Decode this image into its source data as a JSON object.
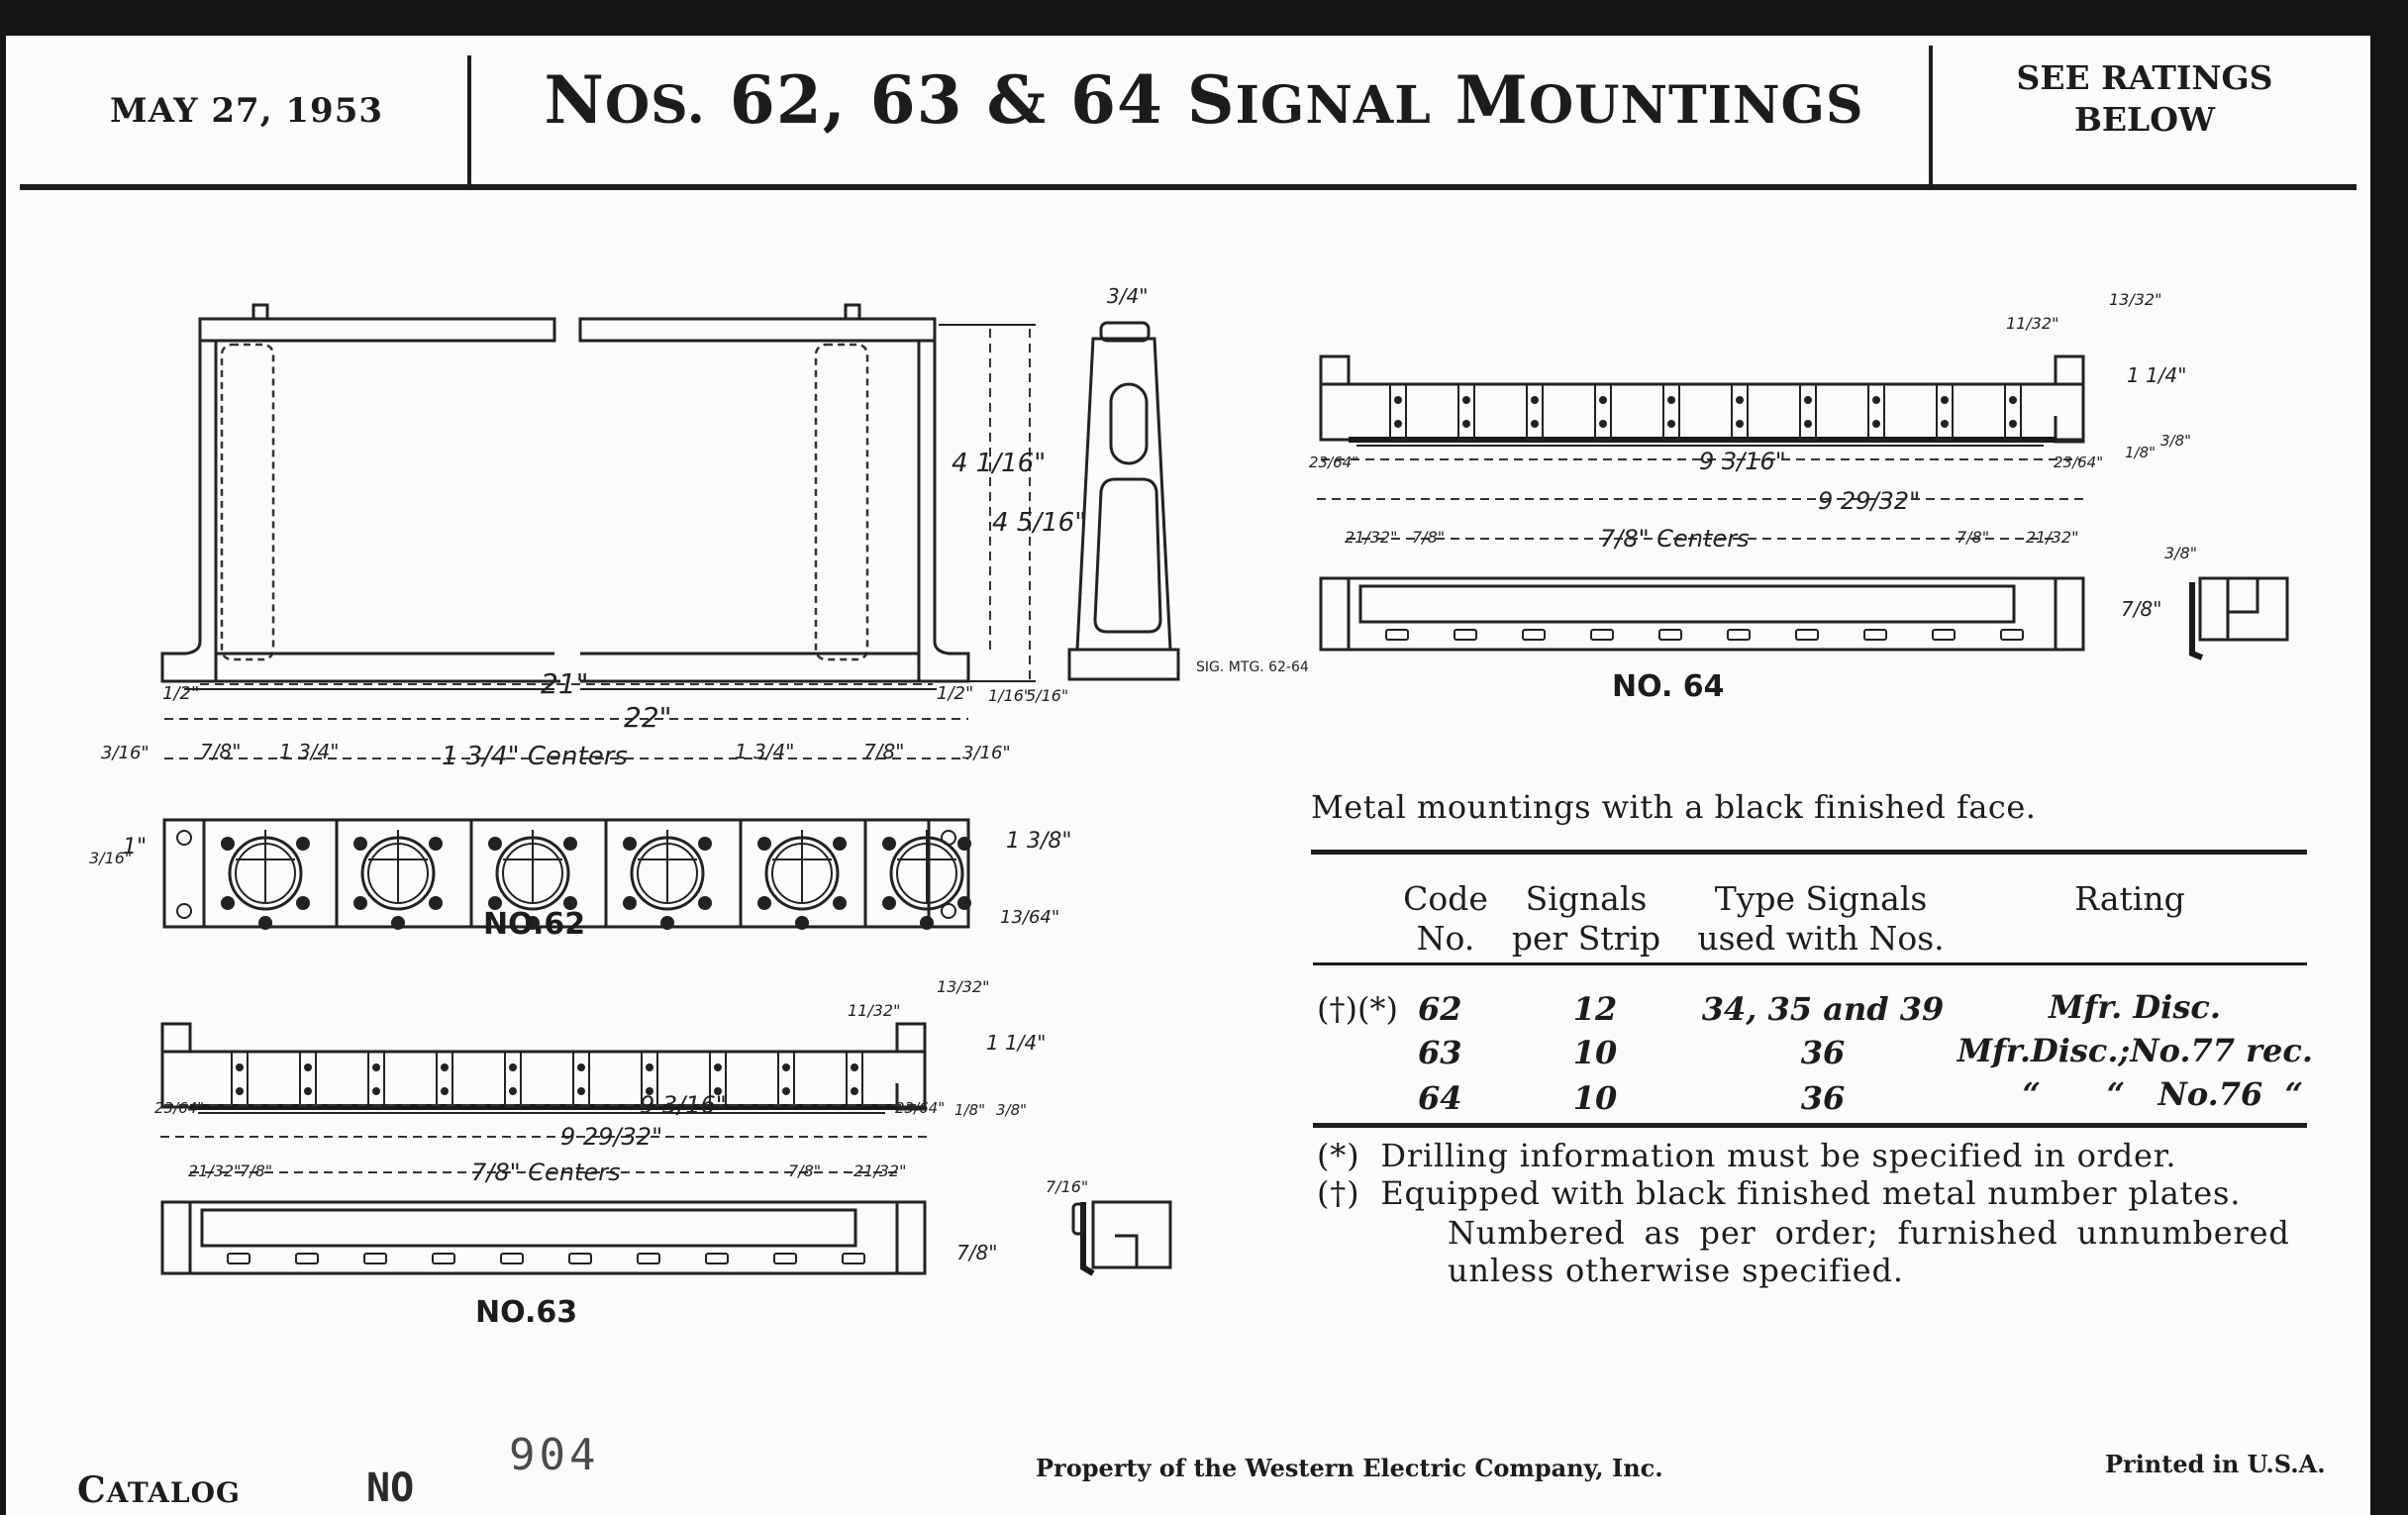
{
  "header": {
    "date": "MAY 27, 1953",
    "title_prefix": "N",
    "title_prefix_small": "OS.",
    "title_numbers": " 62, 63 & 64 ",
    "title_word1_cap": "S",
    "title_word1_rest": "IGNAL",
    "title_word2_cap": " M",
    "title_word2_rest": "OUNTINGS",
    "note_line1": "SEE RATINGS",
    "note_line2": "BELOW"
  },
  "drawings": {
    "no62": {
      "label": "NO.62",
      "dims": {
        "overall_inner": "21\"",
        "overall_outer": "22\"",
        "end_margin": "1/2\"",
        "height_inner": "4 1/16\"",
        "height_outer": "4 5/16\"",
        "base_small_1": "1/16\"",
        "base_small_2": "5/16\"",
        "side_width": "3/4\"",
        "edge": "3/16\"",
        "first": "7/8\"",
        "spacing": "1 3/4\"",
        "centers": "1 3/4\" Centers",
        "hole_spacing": "1\"",
        "hole_offset": "3/16\"",
        "plate_height": "1 3/8\"",
        "plate_offset": "13/64\""
      },
      "drawing_code": "SIG. MTG. 62-64"
    },
    "no63": {
      "label": "NO.63",
      "dims": {
        "width_inner": "9 3/16\"",
        "width_outer": "9 29/32\"",
        "end": "23/64\"",
        "edge": "21/32\"",
        "first": "7/8\"",
        "centers": "7/8\" Centers",
        "height": "1 1/4\"",
        "top_a": "11/32\"",
        "top_b": "13/32\"",
        "bottom_a": "1/8\"",
        "bottom_b": "3/8\"",
        "plan_height": "7/8\"",
        "profile": "7/16\""
      }
    },
    "no64": {
      "label": "NO. 64",
      "dims": {
        "width_inner": "9 3/16\"",
        "width_outer": "9 29/32\"",
        "end": "23/64\"",
        "edge": "21/32\"",
        "first": "7/8\"",
        "centers": "7/8\" Centers",
        "height": "1 1/4\"",
        "top_a": "11/32\"",
        "top_b": "13/32\"",
        "bottom_a": "1/8\"",
        "bottom_b": "3/8\"",
        "plan_height": "7/8\"",
        "profile": "3/8\""
      }
    }
  },
  "description": "Metal mountings with a black finished face.",
  "table": {
    "headers": [
      {
        "line1": "Code",
        "line2": "No."
      },
      {
        "line1": "Signals",
        "line2": "per Strip"
      },
      {
        "line1": "Type Signals",
        "line2": "used with Nos."
      },
      {
        "line1": "",
        "line2": "Rating"
      }
    ],
    "rows": [
      {
        "marks": "(†)(*)",
        "code": "62",
        "signals": "12",
        "types": "34, 35 and 39",
        "rating": "Mfr. Disc."
      },
      {
        "marks": "",
        "code": "63",
        "signals": "10",
        "types": "36",
        "rating": "Mfr.Disc.;No.77 rec."
      },
      {
        "marks": "",
        "code": "64",
        "signals": "10",
        "types": "36",
        "rating": "“      “   No.76  “"
      }
    ]
  },
  "footnotes": [
    {
      "mark": "(*)",
      "text": "Drilling information must be specified in order."
    },
    {
      "mark": "(†)",
      "text": "Equipped with black finished metal number plates.",
      "cont1": "Numbered as per order; furnished unnumbered",
      "cont2": "unless otherwise specified."
    }
  ],
  "footer": {
    "catalog_cap": "C",
    "catalog_rest": "ATALOG",
    "no": "NO",
    "number": "904",
    "property": "Property of the Western Electric Company, Inc.",
    "printed": "Printed in U.S.A."
  },
  "colors": {
    "paper": "#fbfbfa",
    "ink": "#1c1c1c",
    "border": "#141414"
  }
}
